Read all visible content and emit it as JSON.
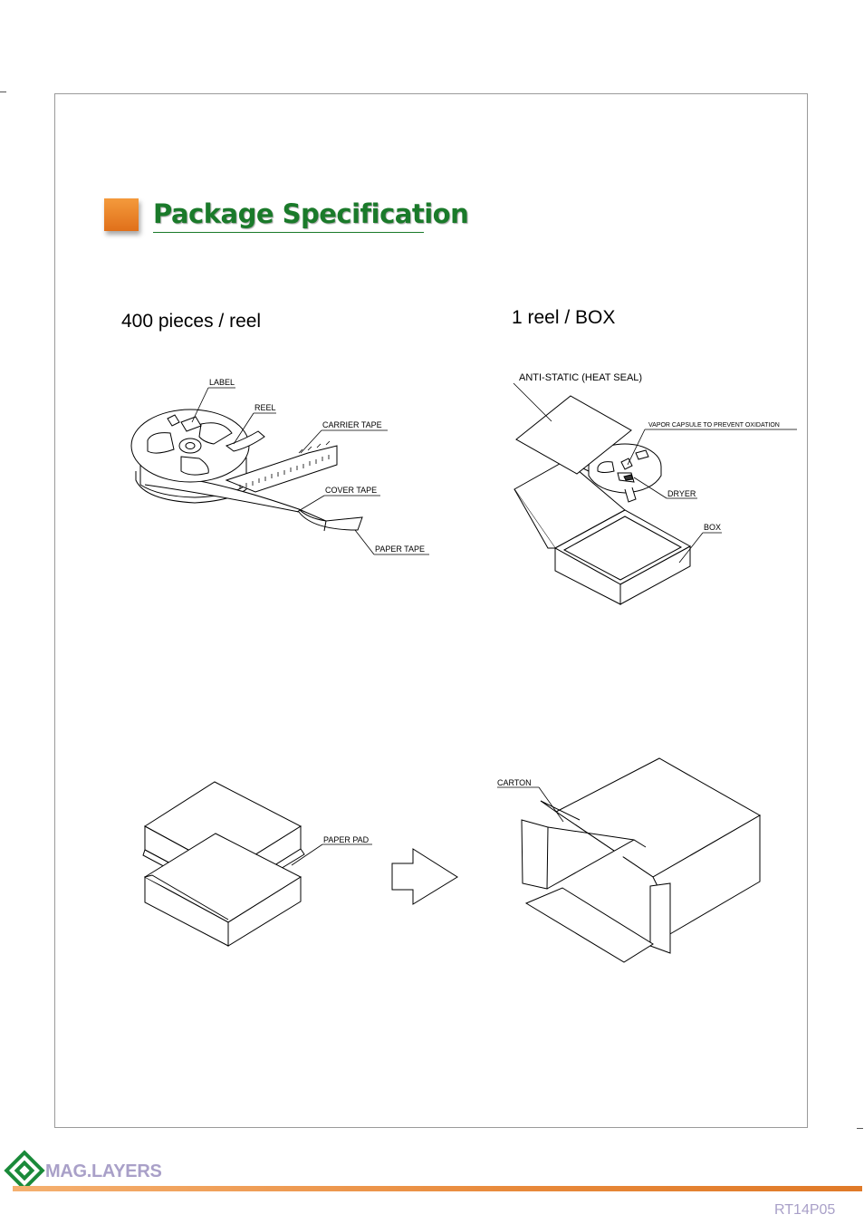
{
  "header": {
    "title": "Package Specification"
  },
  "sections": {
    "per_reel": "400 pieces / reel",
    "per_box": "1 reel / BOX"
  },
  "reel_diagram": {
    "label": "LABEL",
    "reel": "REEL",
    "carrier_tape": "CARRIER TAPE",
    "cover_tape": "COVER TAPE",
    "paper_tape": "PAPER TAPE"
  },
  "box_diagram": {
    "anti_static": "ANTI-STATIC (HEAT SEAL)",
    "vapor_capsule": "VAPOR CAPSULE TO PREVENT  OXIDATION",
    "dryer": "DRYER",
    "box": "BOX"
  },
  "stack_diagram": {
    "paper_pad": "PAPER PAD"
  },
  "carton_diagram": {
    "carton": "CARTON"
  },
  "footer": {
    "brand": "MAG.LAYERS",
    "doc_code": "RT14P05",
    "brand_color": "#a9a0c8",
    "bar_color": "#e8893a",
    "logo_color": "#1a8a3a"
  }
}
